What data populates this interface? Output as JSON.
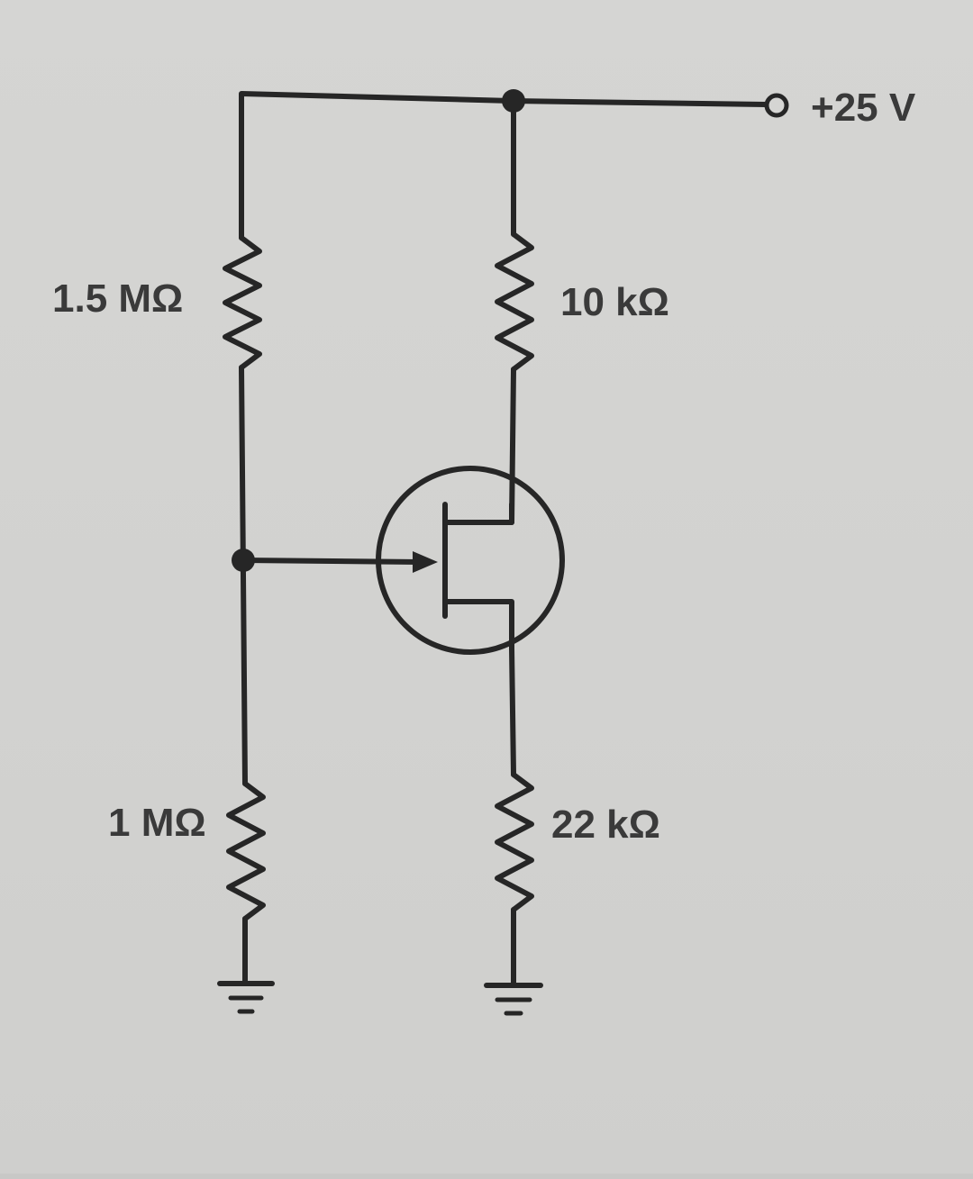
{
  "diagram": {
    "supply_label": "+25 V",
    "r1_label": "1.5 MΩ",
    "r2_label": "1 MΩ",
    "rd_label": "10 kΩ",
    "rs_label": "22 kΩ"
  }
}
